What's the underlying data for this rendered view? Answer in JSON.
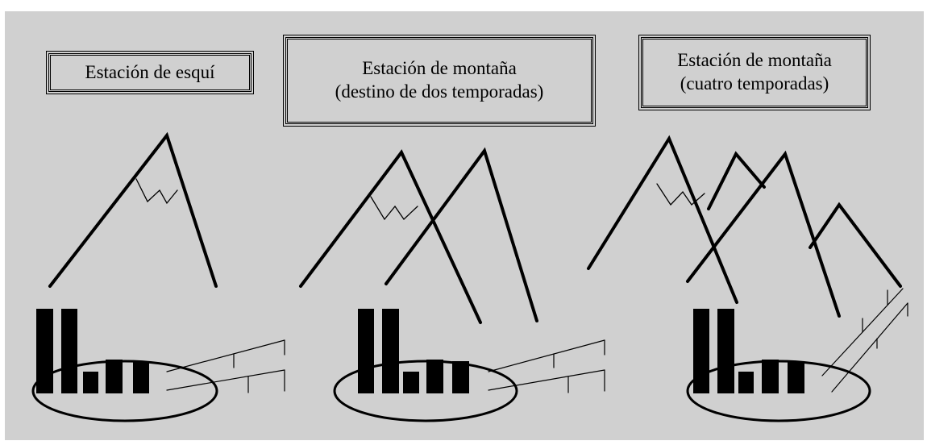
{
  "panels": [
    {
      "title_lines": [
        "Estación de esquí"
      ]
    },
    {
      "title_lines": [
        "Estación de montaña",
        "(destino de dos temporadas)"
      ]
    },
    {
      "title_lines": [
        "Estación de montaña",
        "(cuatro temporadas)"
      ]
    }
  ],
  "colors": {
    "background": "#d0d0d0",
    "ink": "#000000"
  },
  "icons": [
    "mountain-icon",
    "snow-cap-icon",
    "buildings-icon",
    "resort-ellipse-icon",
    "ski-lift-icon"
  ]
}
